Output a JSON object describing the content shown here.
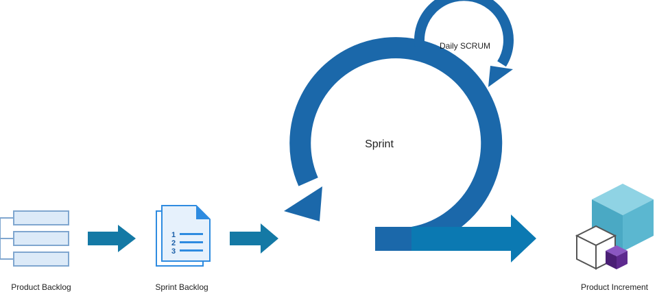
{
  "labels": {
    "product_backlog": "Product Backlog",
    "sprint_backlog": "Sprint Backlog",
    "sprint": "Sprint",
    "daily_scrum": "Daily SCRUM",
    "product_increment": "Product Increment"
  },
  "sprint_backlog_doc": {
    "numbers": [
      "1",
      "2",
      "3"
    ]
  },
  "colors": {
    "sprint_loop": "#1B68AA",
    "flow_arrow": "#1479A5",
    "backlog_fill": "#DCEAF8",
    "backlog_stroke": "#7FA6CF",
    "doc_blue": "#2E8BE0",
    "cube_teal": "#5BB7D0",
    "cube_purple": "#5E2A8F",
    "cube_gray": "#555555"
  },
  "icons": {
    "product_backlog": "stacked-list-icon",
    "sprint_backlog": "numbered-document-icon",
    "product_increment": "cubes-icon"
  }
}
